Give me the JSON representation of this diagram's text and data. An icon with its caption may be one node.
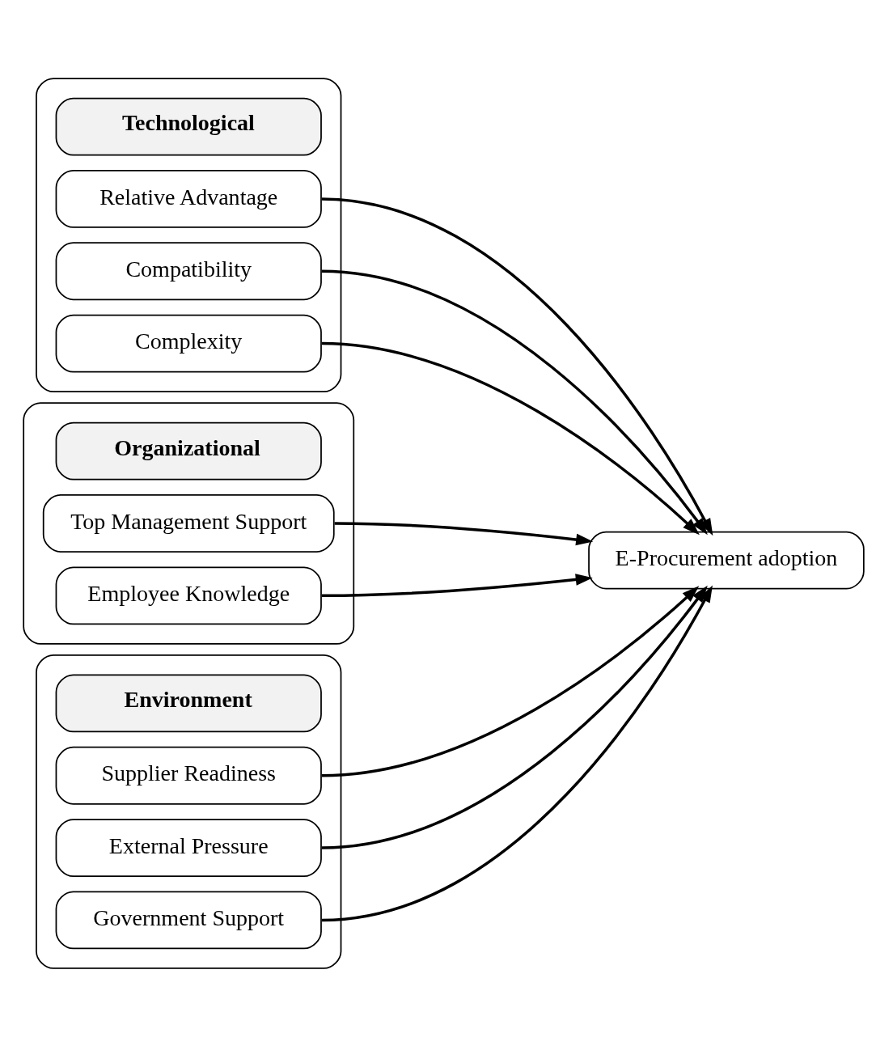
{
  "diagram": {
    "nodes": [
      {
        "text": [],
        "shape": "box"
      },
      {
        "text": [
          "Technological"
        ],
        "in": 0
      },
      {
        "text": [
          "Relative Advantage"
        ],
        "in": 0
      },
      {
        "text": [
          "Compatibility"
        ],
        "in": 0
      },
      {
        "text": [
          "Complexity"
        ],
        "in": 0
      },
      {
        "text": [],
        "shape": "box"
      },
      {
        "text": [
          "Organizational"
        ],
        "in": 5
      },
      {
        "text": [
          "Top Management Support"
        ],
        "in": 5
      },
      {
        "text": [
          "Employee Knowledge"
        ],
        "in": 5
      },
      {
        "text": [],
        "shape": "box"
      },
      {
        "text": [
          "Environment"
        ],
        "in": 9
      },
      {
        "text": [
          "Supplier Readiness"
        ],
        "in": 9
      },
      {
        "text": [
          "External Pressure"
        ],
        "in": 9
      },
      {
        "text": [
          "Government Support"
        ],
        "in": 9
      },
      {
        "text": [
          "E-Procurement adoption"
        ]
      }
    ],
    "edges": [
      {
        "from": 2,
        "to": 14,
        "arrow": "to"
      },
      {
        "from": 3,
        "to": 14,
        "arrow": "to"
      },
      {
        "from": 4,
        "to": 14,
        "arrow": "to"
      },
      {
        "from": 7,
        "to": 14,
        "arrow": "to"
      },
      {
        "from": 8,
        "to": 14,
        "arrow": "to"
      },
      {
        "from": 11,
        "to": 14,
        "arrow": "to"
      },
      {
        "from": 12,
        "to": 14,
        "arrow": "to"
      },
      {
        "from": 13,
        "to": 14,
        "arrow": "to"
      }
    ]
  }
}
